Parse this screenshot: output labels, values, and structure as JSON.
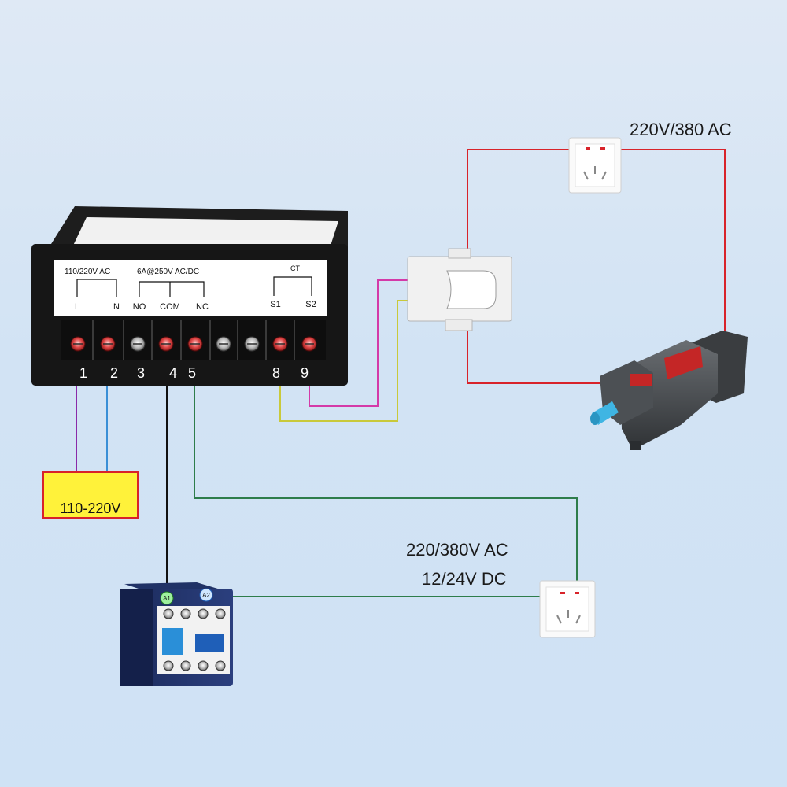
{
  "controller": {
    "top_label_text": "",
    "power_group_label": "110/220V AC",
    "relay_group_label": "6A@250V AC/DC",
    "ct_group_label": "CT",
    "sub_labels": {
      "l": "L",
      "n": "N",
      "no": "NO",
      "com": "COM",
      "nc": "NC",
      "s1": "S1",
      "s2": "S2"
    },
    "terminal_numbers": {
      "t1": "1",
      "t2": "2",
      "t3": "3",
      "t4": "4",
      "t5": "5",
      "t8": "8",
      "t9": "9"
    }
  },
  "supply_box_label": "110-220V",
  "motor_supply_label": "220V/380  AC",
  "coil_supply_label_ac": "220/380V   AC",
  "coil_supply_label_dc": "12/24V   DC",
  "contactor": {
    "a1_label": "A1",
    "a2_label": "A2"
  },
  "wire_colors": {
    "purple": "#8a2aa8",
    "blue": "#3a8fd6",
    "black": "#111111",
    "green": "#2e7d4b",
    "magenta": "#d43aa8",
    "yellow": "#c9c93a",
    "red": "#d8232a"
  }
}
